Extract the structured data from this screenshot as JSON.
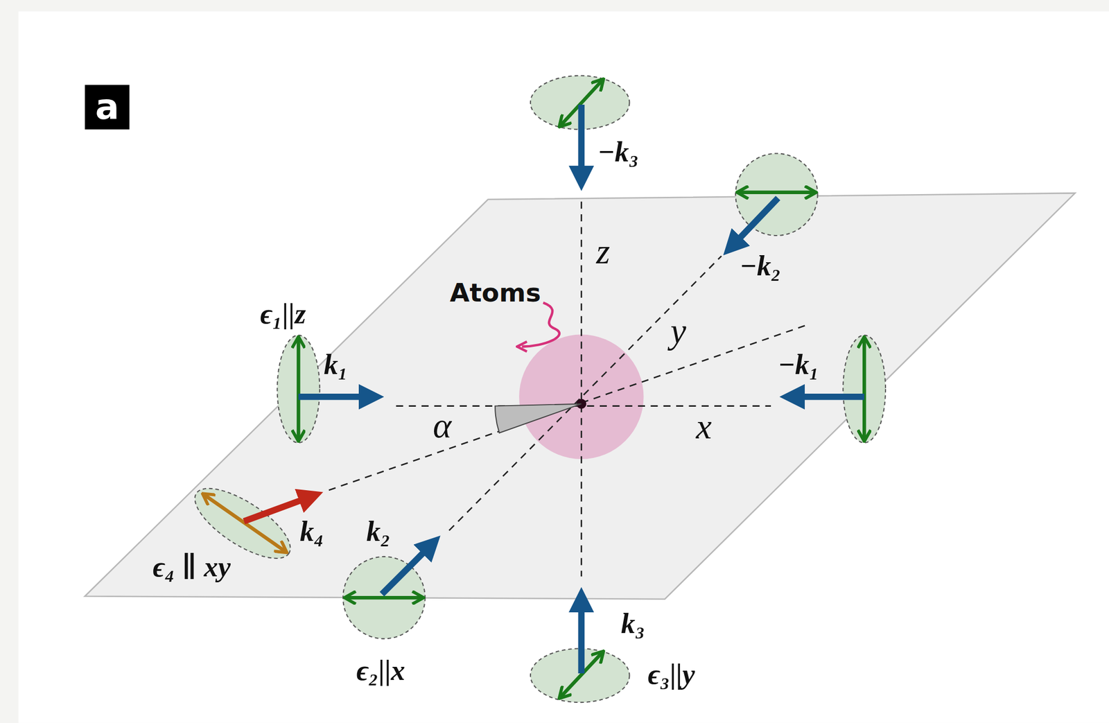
{
  "diagram": {
    "labels": [
      "a",
      "ϵ₁||z",
      "k₁",
      "−k₁",
      "α",
      "x",
      "y",
      "z",
      "Atoms",
      "−k₃",
      "k₃",
      "ϵ₃||y",
      "−k₂",
      "k₂",
      "ϵ₂||x",
      "k₄",
      "ϵ₄ ∥ xy"
    ]
  }
}
